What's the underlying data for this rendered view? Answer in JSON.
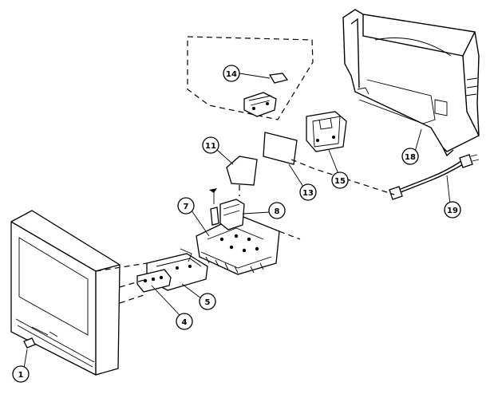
{
  "diagram": {
    "callouts": [
      {
        "id": "1",
        "label": "1"
      },
      {
        "id": "4",
        "label": "4"
      },
      {
        "id": "5",
        "label": "5"
      },
      {
        "id": "7",
        "label": "7"
      },
      {
        "id": "8",
        "label": "8"
      },
      {
        "id": "11",
        "label": "11"
      },
      {
        "id": "13",
        "label": "13"
      },
      {
        "id": "14",
        "label": "14"
      },
      {
        "id": "15",
        "label": "15"
      },
      {
        "id": "18",
        "label": "18"
      },
      {
        "id": "19",
        "label": "19"
      }
    ]
  }
}
